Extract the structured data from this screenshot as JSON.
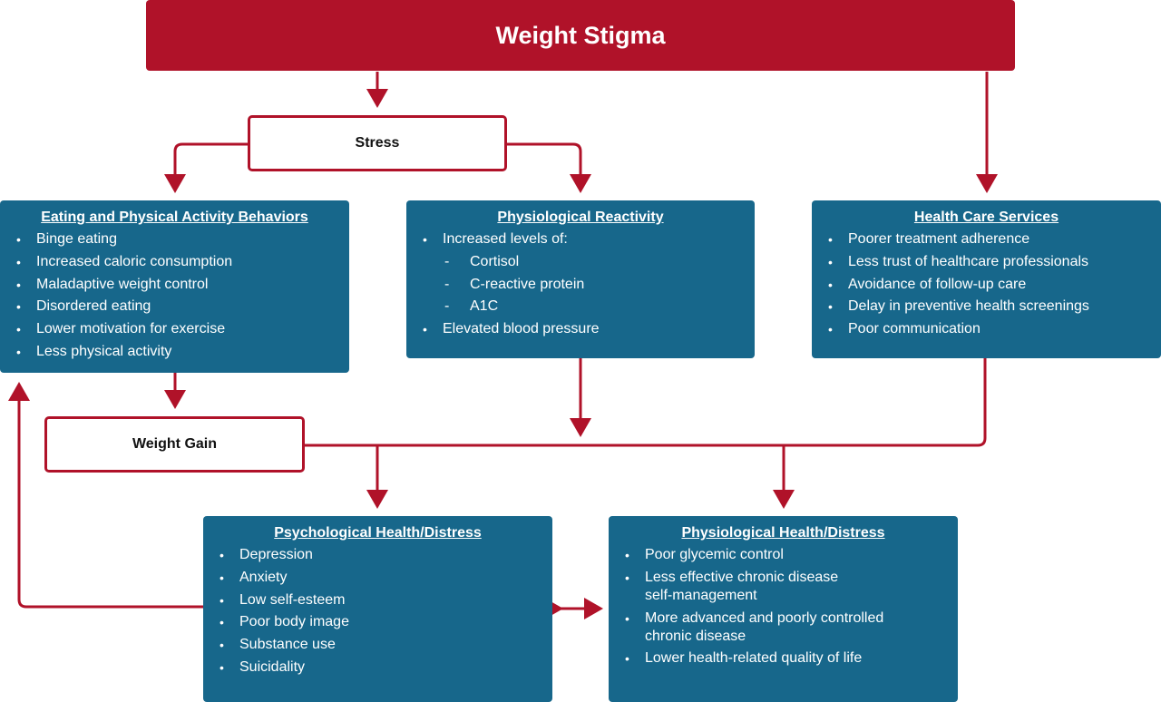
{
  "title": "Weight Stigma",
  "stress_label": "Stress",
  "weight_gain_label": "Weight Gain",
  "eating": {
    "heading": "Eating and Physical Activity Behaviors",
    "items": [
      "Binge eating",
      "Increased caloric consumption",
      "Maladaptive weight control",
      "Disordered eating",
      "Lower motivation for exercise",
      "Less physical activity"
    ]
  },
  "reactivity": {
    "heading": "Physiological Reactivity",
    "item_intro": "Increased levels of:",
    "subitems": [
      "Cortisol",
      "C-reactive protein",
      "A1C"
    ],
    "item_last": "Elevated blood pressure"
  },
  "healthcare": {
    "heading": "Health Care Services",
    "items": [
      "Poorer treatment adherence",
      "Less trust of healthcare professionals",
      "Avoidance of follow-up care",
      "Delay in preventive health screenings",
      "Poor communication"
    ]
  },
  "psych": {
    "heading": "Psychological Health/Distress",
    "items": [
      "Depression",
      "Anxiety",
      "Low self-esteem",
      "Poor body image",
      "Substance use",
      "Suicidality"
    ]
  },
  "physio": {
    "heading": "Physiological Health/Distress",
    "items": [
      "Poor glycemic control",
      "Less effective chronic disease\nself-management",
      "More advanced and poorly controlled\nchronic disease",
      "Lower health-related quality of life"
    ]
  },
  "colors": {
    "accent_red": "#b01229",
    "box_blue": "#17678b"
  }
}
